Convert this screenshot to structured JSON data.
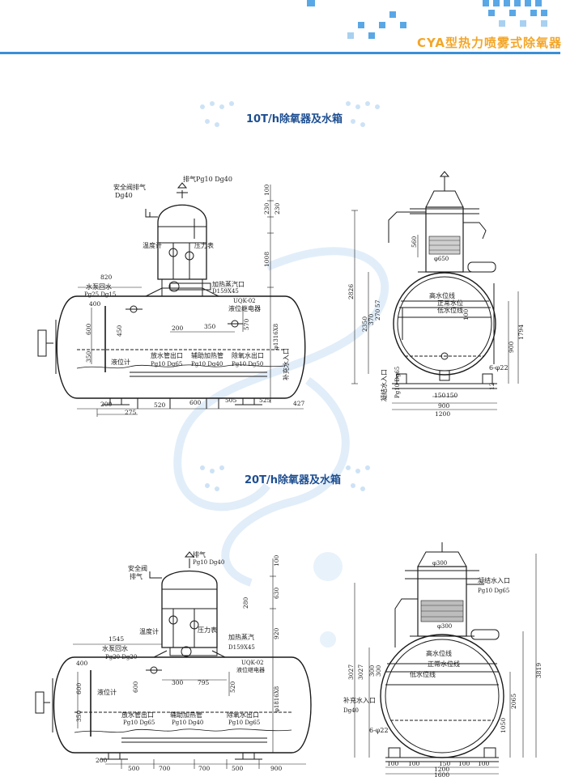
{
  "header": {
    "title": "CYA型热力喷雾式除氧器"
  },
  "section1": {
    "title": "10T/h除氧器及水箱",
    "labels": {
      "exhaust": "排气Pg10 Dg40",
      "safety_valve": "安全阀排气",
      "safety_dg": "Dg40",
      "thermometer": "温度计",
      "pressure_gauge": "压力表",
      "heating_steam": "加热蒸汽口",
      "heating_steam_size": "D159X45",
      "relay_model": "UQK-02",
      "relay": "液位继电器",
      "pump_return": "水泵回水",
      "pump_return_spec": "Pg25  Dg15",
      "level_gauge": "液位计",
      "drain": "放水管出口",
      "drain_spec": "Pg10  Dg65",
      "aux_heat": "辅助加热管",
      "aux_heat_spec": "Pg10  Dg40",
      "deoxy_out": "除氧水出口",
      "deoxy_out_spec": "Pg10  Dg50",
      "makeup": "补充水入口",
      "vessel_size": "φ1316X8",
      "condensate_in": "凝结水入口",
      "condensate_spec": "Pg10 Dg65",
      "high_level": "高水位线",
      "normal_level": "正常水位",
      "low_level": "低水位线",
      "holes": "6-φ22",
      "phi650": "φ650"
    },
    "dims": {
      "d100": "100",
      "d230a": "230",
      "d230b": "230",
      "d1008": "1008",
      "d820": "820",
      "d400": "400",
      "d600": "600",
      "d450": "450",
      "d350": "350",
      "d200a": "200",
      "d350b": "350",
      "d570": "570",
      "d200b": "200",
      "d520": "520",
      "d600b": "600",
      "d505": "505",
      "d525": "525",
      "d275": "275",
      "d427": "427",
      "d2826": "2826",
      "d2350": "2350",
      "d560": "560",
      "d370": "370",
      "d270": "270",
      "d57": "57",
      "d100b": "100",
      "d900": "900",
      "d1794": "1794",
      "d12": "12",
      "d150a": "150",
      "d150b": "150",
      "d900b": "900",
      "d1200": "1200"
    }
  },
  "section2": {
    "title": "20T/h除氧器及水箱",
    "labels": {
      "exhaust": "排气",
      "exhaust_spec": "Pg10  Dg40",
      "safety_valve": "安全阀",
      "safety_exhaust": "排气",
      "thermometer": "温度计",
      "pressure_gauge": "压力表",
      "heating_steam": "加热蒸汽",
      "heating_steam_size": "D159X45",
      "pump_return": "水泵回水",
      "pump_return_spec": "Pg20  Dg20",
      "relay_model": "UQK-02",
      "relay": "液位继电器",
      "level_gauge": "液位计",
      "drain": "放水管出口",
      "drain_spec": "Pg10  Dg65",
      "aux_heat": "辅助加热管",
      "aux_heat_spec": "Pg10  Dg40",
      "deoxy_out": "除氧水出口",
      "deoxy_out_spec": "Pg10  Dg65",
      "vessel_size": "φ1816X8",
      "condensate_in": "凝结水入口",
      "condensate_spec": "Pg10  Dg65",
      "high_level": "高水位线",
      "normal_level": "正常水位线",
      "low_level": "低水位线",
      "makeup": "补充水入口",
      "makeup_spec": "Dg40",
      "holes": "6-φ22",
      "phi300a": "φ300",
      "phi300b": "φ300"
    },
    "dims": {
      "d100": "100",
      "d630": "630",
      "d280": "280",
      "d920": "920",
      "d1545": "1545",
      "d400": "400",
      "d600": "600",
      "d350": "350",
      "d300": "300",
      "d795": "795",
      "d520": "520",
      "d600b": "600",
      "d200": "200",
      "d500a": "500",
      "d700a": "700",
      "d700b": "700",
      "d500b": "500",
      "d900": "900",
      "d3027a": "3027",
      "d3027b": "3027",
      "d300b": "300",
      "d300c": "300",
      "d3819": "3819",
      "d2065": "2065",
      "d1050": "1050",
      "d100c": "100",
      "d100d": "100",
      "d150": "150",
      "d100e": "100",
      "d100f": "100",
      "d1200": "1200",
      "d1600": "1600"
    }
  }
}
